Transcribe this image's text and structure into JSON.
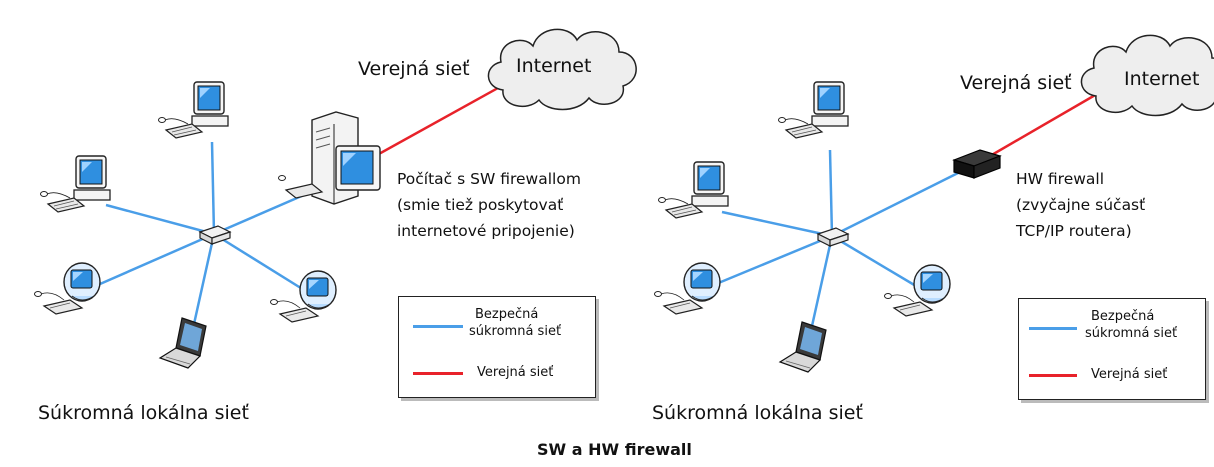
{
  "caption": "SW a HW firewall",
  "colors": {
    "secure": "#4a9ee8",
    "public": "#e8222a"
  },
  "left": {
    "public_label": "Verejná sieť",
    "cloud_label": "Internet",
    "device_label": [
      "Počítač s SW firewallom",
      "(smie tiež poskytovať",
      "internetové pripojenie)"
    ],
    "lan_label": "Súkromná lokálna sieť",
    "legend": {
      "secure": [
        "Bezpečná",
        "súkromná sieť"
      ],
      "public": "Verejná sieť"
    }
  },
  "right": {
    "public_label": "Verejná sieť",
    "cloud_label": "Internet",
    "device_label": [
      "HW firewall",
      "(zvyčajne súčasť",
      "TCP/IP routera)"
    ],
    "lan_label": "Súkromná lokálna sieť",
    "legend": {
      "secure": [
        "Bezpečná",
        "súkromná sieť"
      ],
      "public": "Verejná sieť"
    }
  }
}
